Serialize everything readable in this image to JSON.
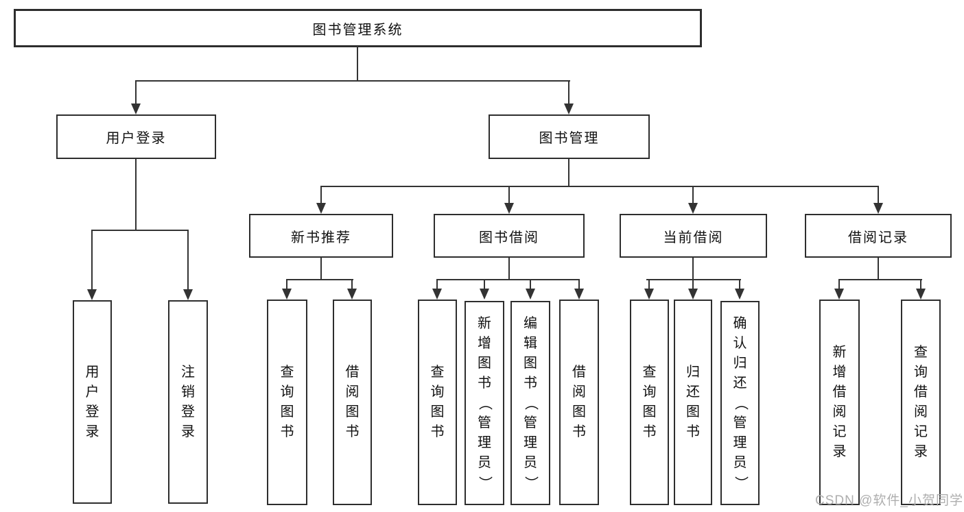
{
  "diagram": {
    "root": "图书管理系统",
    "level2": {
      "user_login": "用户登录",
      "book_mgmt": "图书管理"
    },
    "level3": {
      "new_book": "新书推荐",
      "book_borrow": "图书借阅",
      "current_borrow": "当前借阅",
      "borrow_record": "借阅记录"
    },
    "leaves": {
      "user_login": [
        "用户登录",
        "注销登录"
      ],
      "new_book": [
        "查询图书",
        "借阅图书"
      ],
      "book_borrow": [
        "查询图书",
        "新增图书（管理员）",
        "编辑图书（管理员）",
        "借阅图书"
      ],
      "current_borrow": [
        "查询图书",
        "归还图书",
        "确认归还（管理员）"
      ],
      "borrow_record": [
        "新增借阅记录",
        "查询借阅记录"
      ]
    }
  },
  "watermark": "CSDN @软件_小贺同学",
  "colors": {
    "line": "#333333",
    "border": "#2d2d2d",
    "text": "#111111",
    "watermark": "#aeaeae",
    "background": "#ffffff"
  }
}
